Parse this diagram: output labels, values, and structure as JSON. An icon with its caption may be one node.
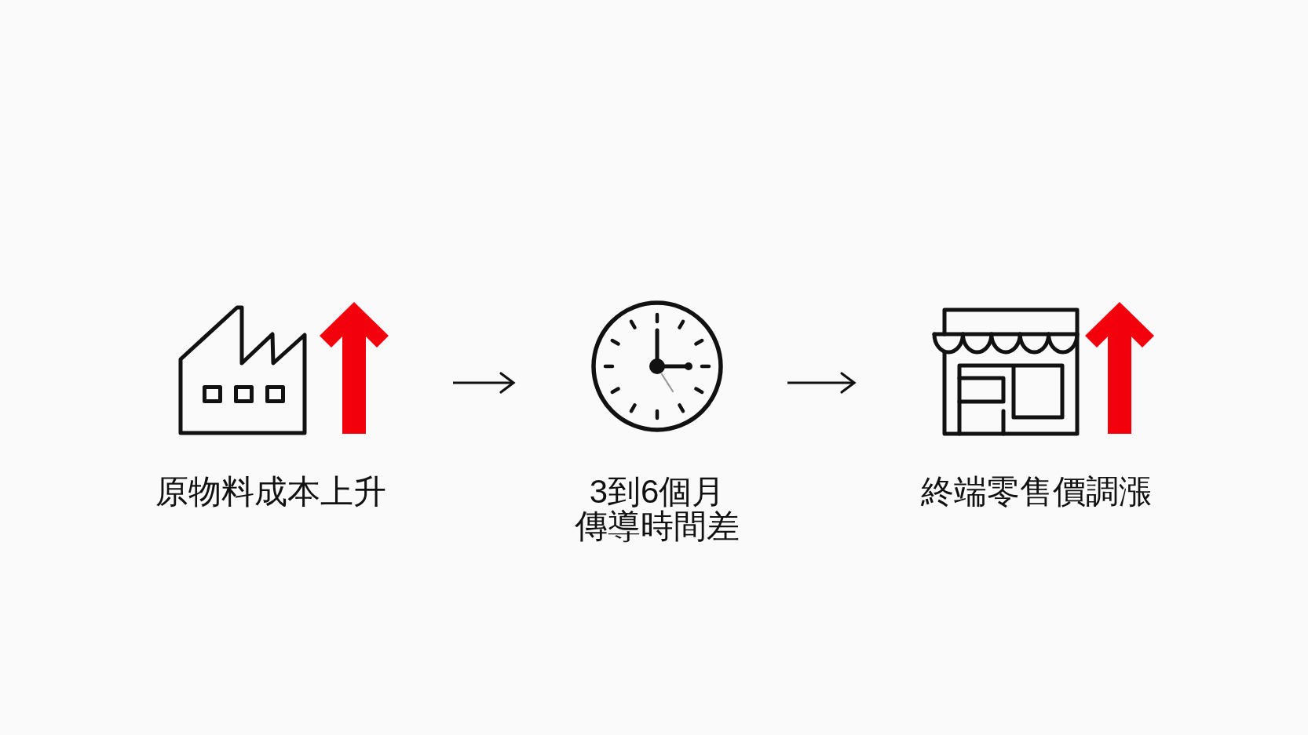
{
  "diagram": {
    "nodes": [
      {
        "text": [
          "原物料成本上升"
        ]
      },
      {
        "text": [
          "3到6個月傳導時間差"
        ]
      },
      {
        "text": [
          "終端零售價調漲"
        ]
      }
    ],
    "edges": [
      {
        "from": 0,
        "to": 1,
        "arrow": "to"
      },
      {
        "from": 1,
        "to": 2,
        "arrow": "to"
      }
    ]
  }
}
